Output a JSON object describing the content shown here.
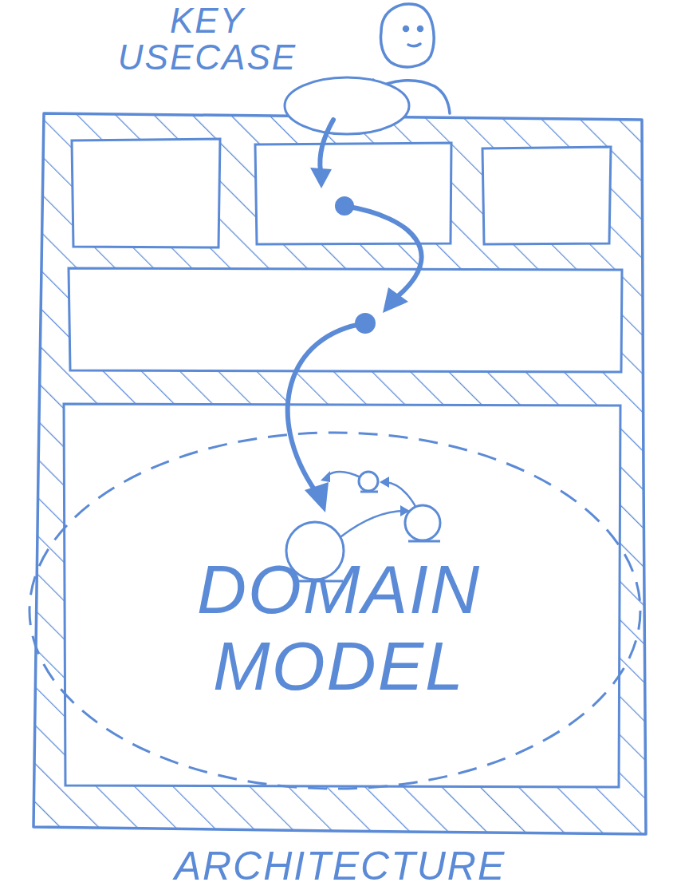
{
  "diagram": {
    "nodes": [
      {
        "text": [
          "KEY USECASE"
        ]
      },
      {
        "text": [
          "ARCHITECTURE"
        ]
      },
      {
        "text": [
          "DOMAIN MODEL"
        ],
        "in": 1
      }
    ]
  }
}
